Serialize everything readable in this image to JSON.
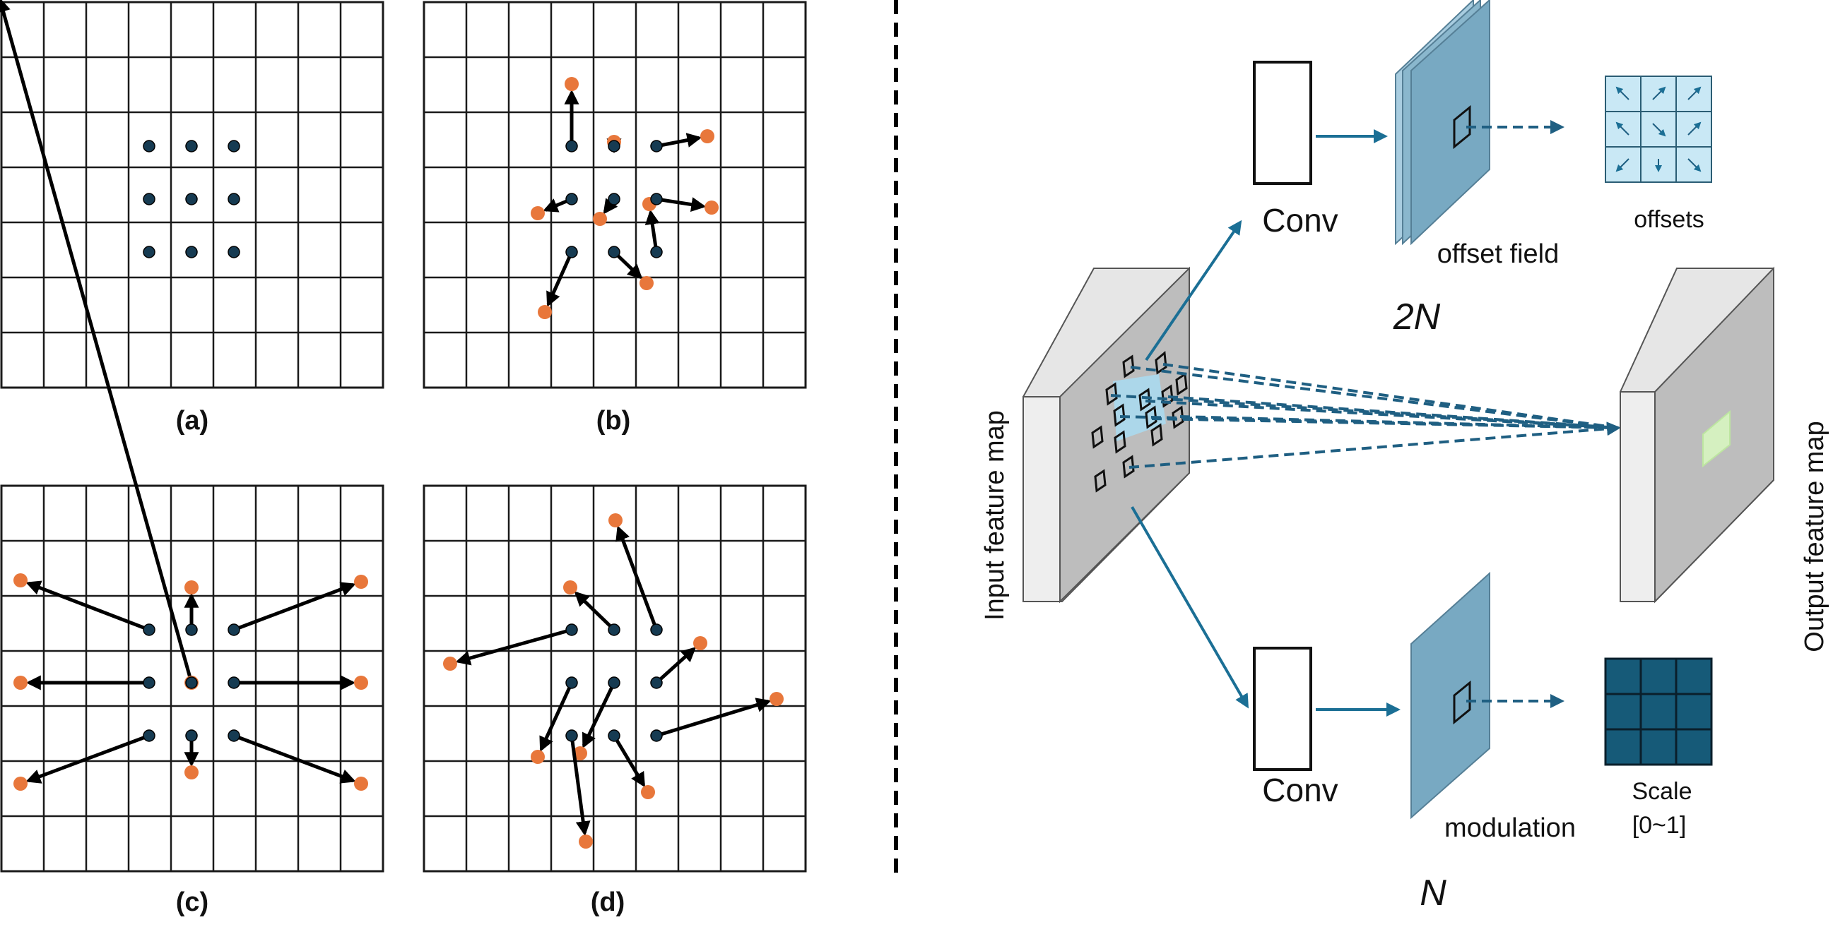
{
  "panels": [
    {
      "caption": "(a)"
    },
    {
      "caption": "(b)"
    },
    {
      "caption": "(c)"
    },
    {
      "caption": "(d)"
    }
  ],
  "labels": {
    "conv_top": "Conv",
    "conv_bottom": "Conv",
    "offset_field": "offset field",
    "offsets": "offsets",
    "two_n": "2N",
    "n": "N",
    "modulation": "modulation",
    "scale": "Scale",
    "scale_range": "[0~1]",
    "input_map": "Input feature map",
    "output_map": "Output feature map"
  },
  "colors": {
    "grid": "#1a1a1a",
    "dot": "#163b52",
    "offset_dot": "#e8773b",
    "arrow": "#000000",
    "flow": "#1b6f95",
    "dash": "#1f5f82",
    "map_face": "#bdbdbd",
    "map_side": "#e6e6e6",
    "field_face": "#78a9c2",
    "field_side": "#a9cde0",
    "kernel_light": "#c9e8f5",
    "kernel_dark": "#165a78",
    "highlight": "#d5f0c0"
  }
}
